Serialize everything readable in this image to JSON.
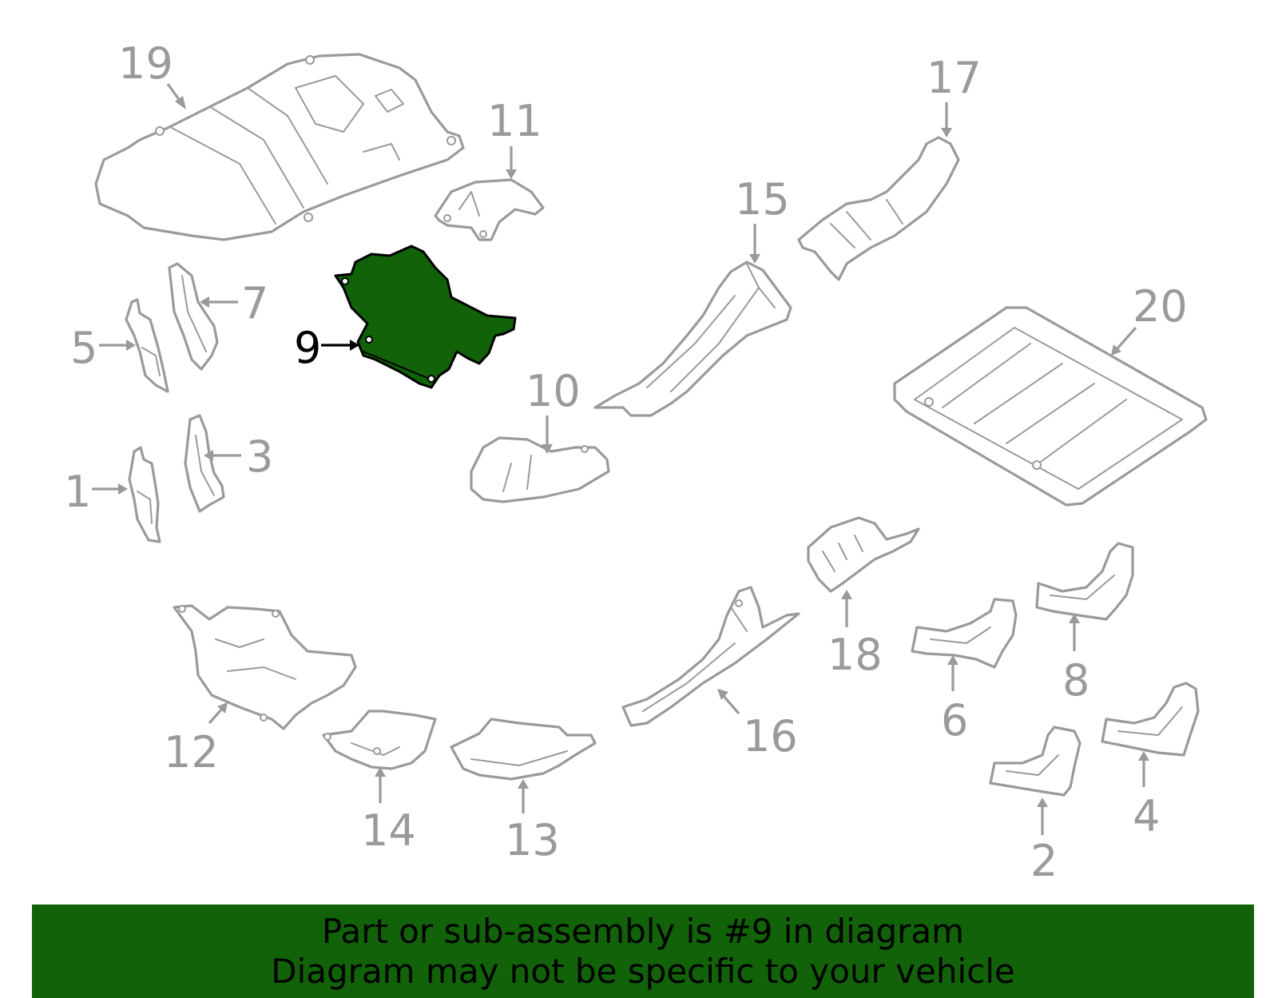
{
  "diagram": {
    "highlighted_part": "9",
    "highlight_color": "#116209",
    "part_color": "#9a9a9a",
    "callouts": {
      "p1": "1",
      "p2": "2",
      "p3": "3",
      "p4": "4",
      "p5": "5",
      "p6": "6",
      "p7": "7",
      "p8": "8",
      "p9": "9",
      "p10": "10",
      "p11": "11",
      "p12": "12",
      "p13": "13",
      "p14": "14",
      "p15": "15",
      "p16": "16",
      "p17": "17",
      "p18": "18",
      "p19": "19",
      "p20": "20"
    }
  },
  "footer": {
    "line1": "Part or sub-assembly is #9 in diagram",
    "line2": "Diagram may not be specific to your vehicle",
    "background": "#116209"
  }
}
